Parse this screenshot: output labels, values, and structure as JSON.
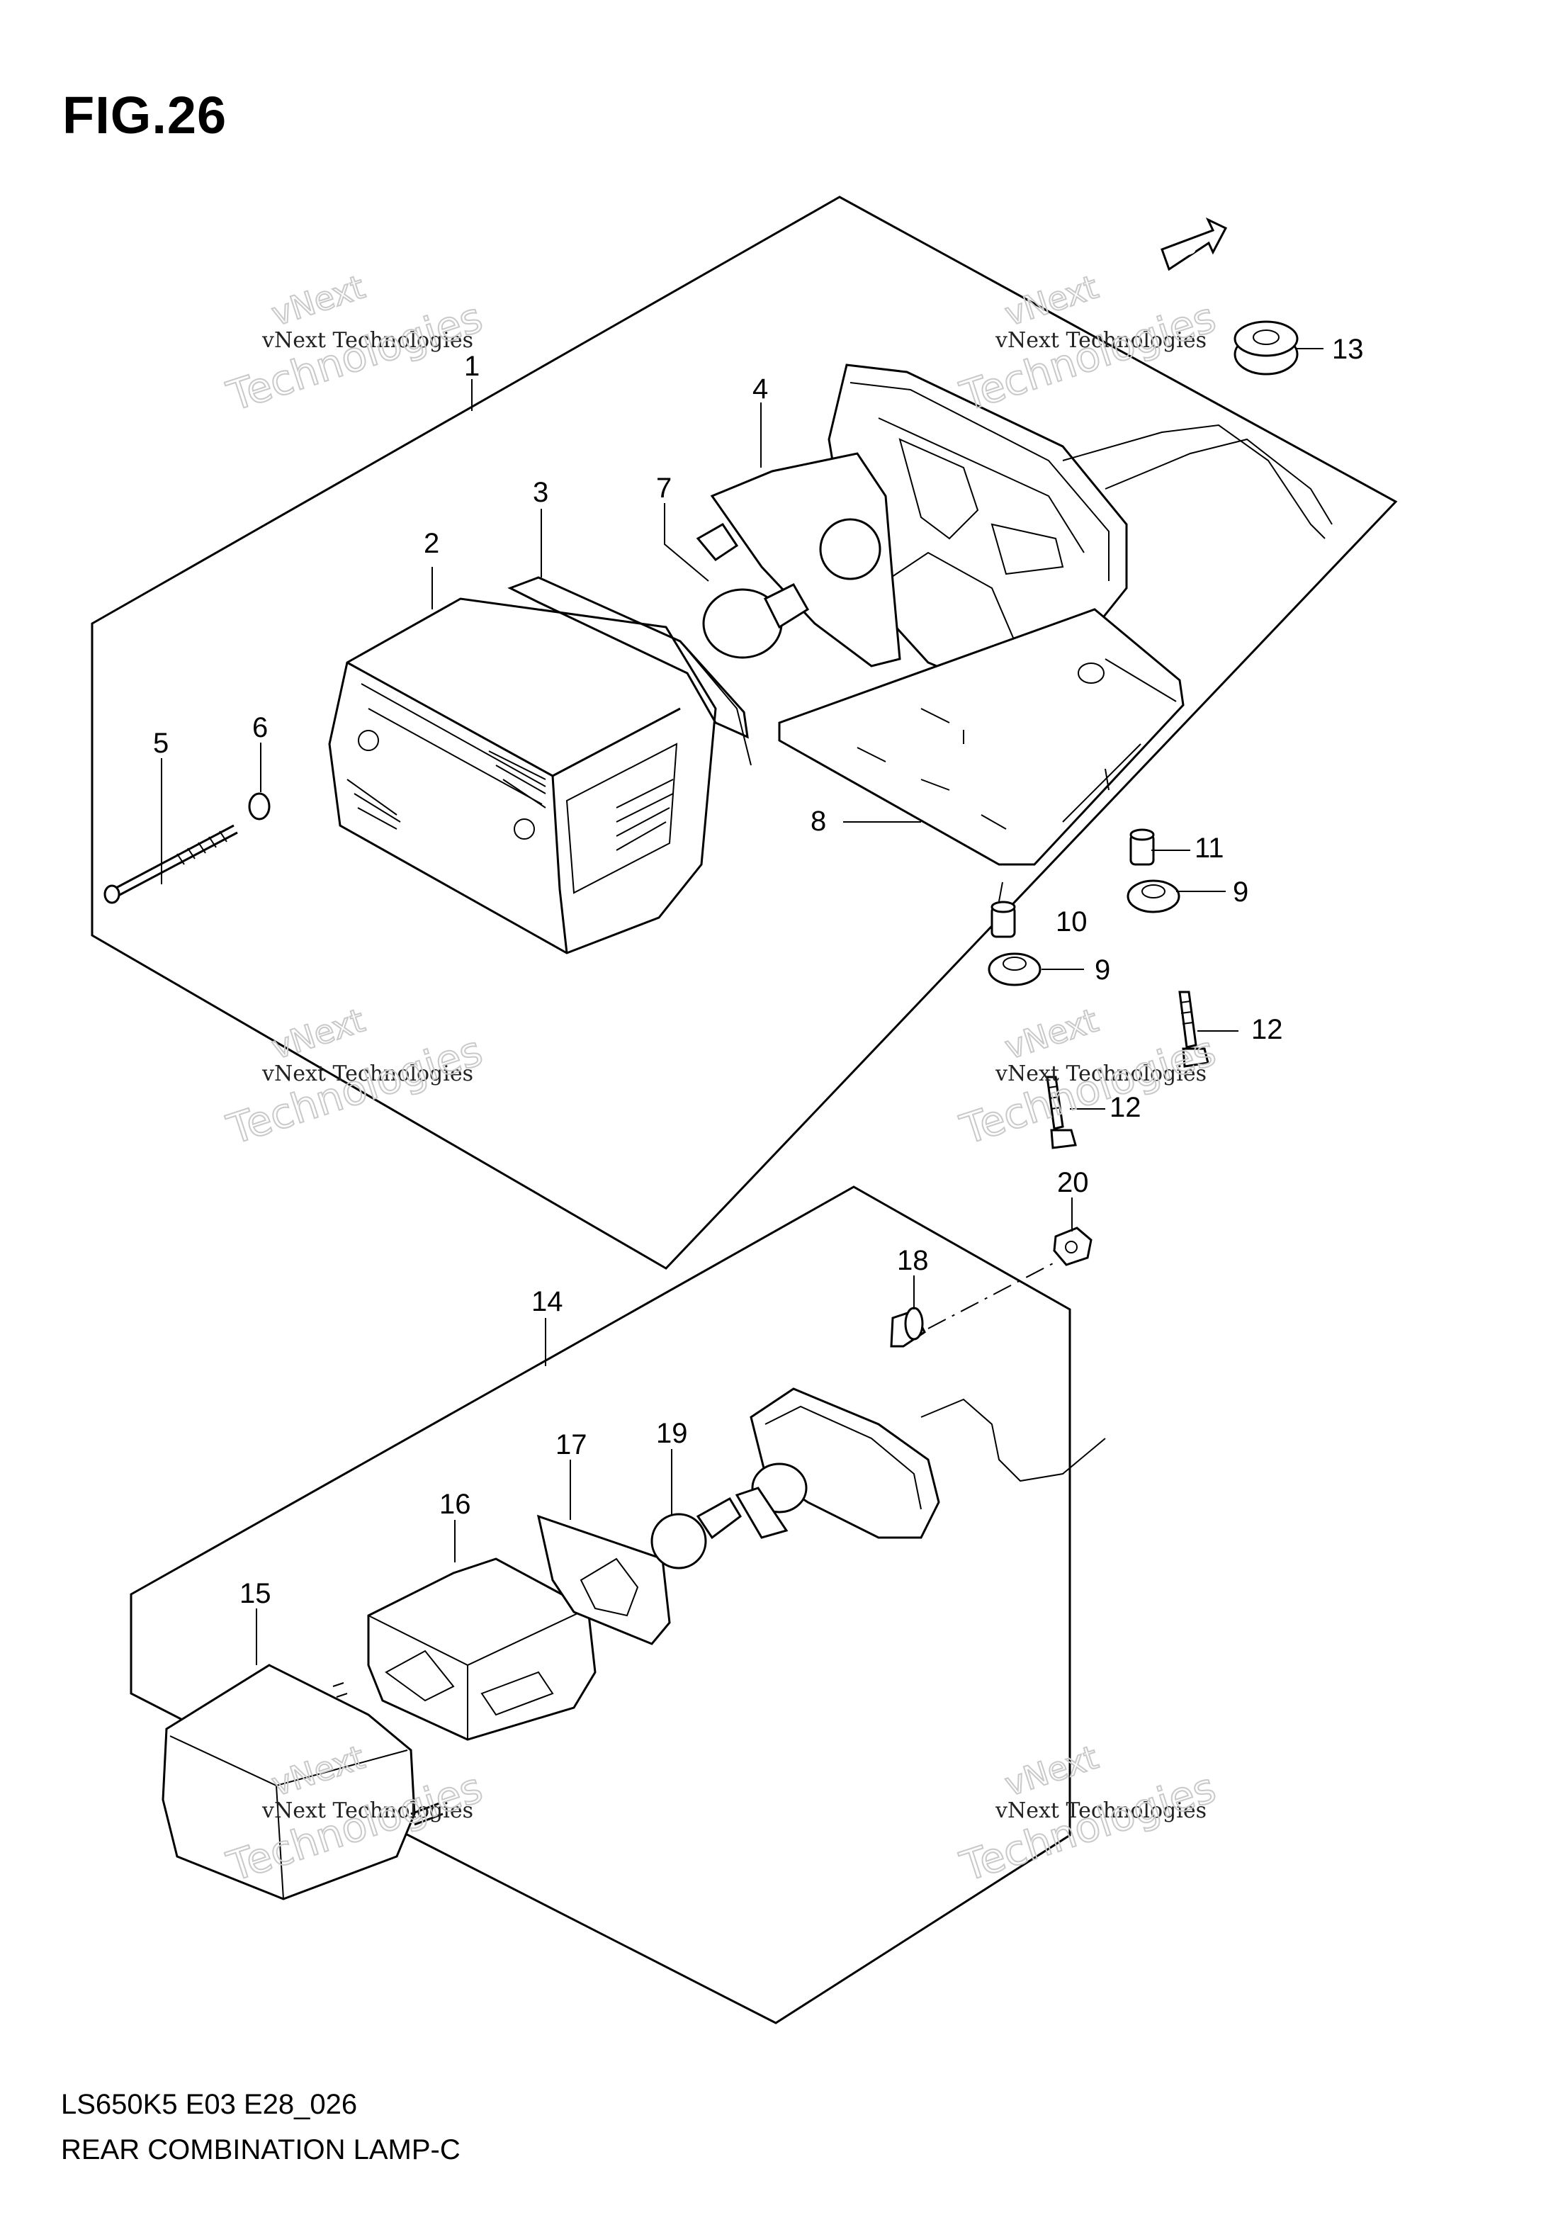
{
  "figure": {
    "title": "FIG.26",
    "model_code": "LS650K5 E03 E28_026",
    "subtitle": "REAR COMBINATION LAMP-C",
    "fwd_label": "FWD"
  },
  "callouts": [
    "1",
    "2",
    "3",
    "4",
    "5",
    "6",
    "7",
    "8",
    "9",
    "9",
    "10",
    "11",
    "12",
    "12",
    "13",
    "14",
    "15",
    "16",
    "17",
    "18",
    "19",
    "20"
  ],
  "watermarks": [
    {
      "small": "vNext Technologies",
      "big": "Technologies",
      "top": "vNext"
    },
    {
      "small": "vNext Technologies",
      "big": "Technologies",
      "top": "vNext"
    },
    {
      "small": "vNext Technologies",
      "big": "Technologies",
      "top": "vNext"
    },
    {
      "small": "vNext Technologies",
      "big": "Technologies",
      "top": "vNext"
    },
    {
      "small": "vNext Technologies",
      "big": "Technologies",
      "top": "vNext"
    },
    {
      "small": "vNext Technologies",
      "big": "Technologies",
      "top": "vNext"
    }
  ]
}
